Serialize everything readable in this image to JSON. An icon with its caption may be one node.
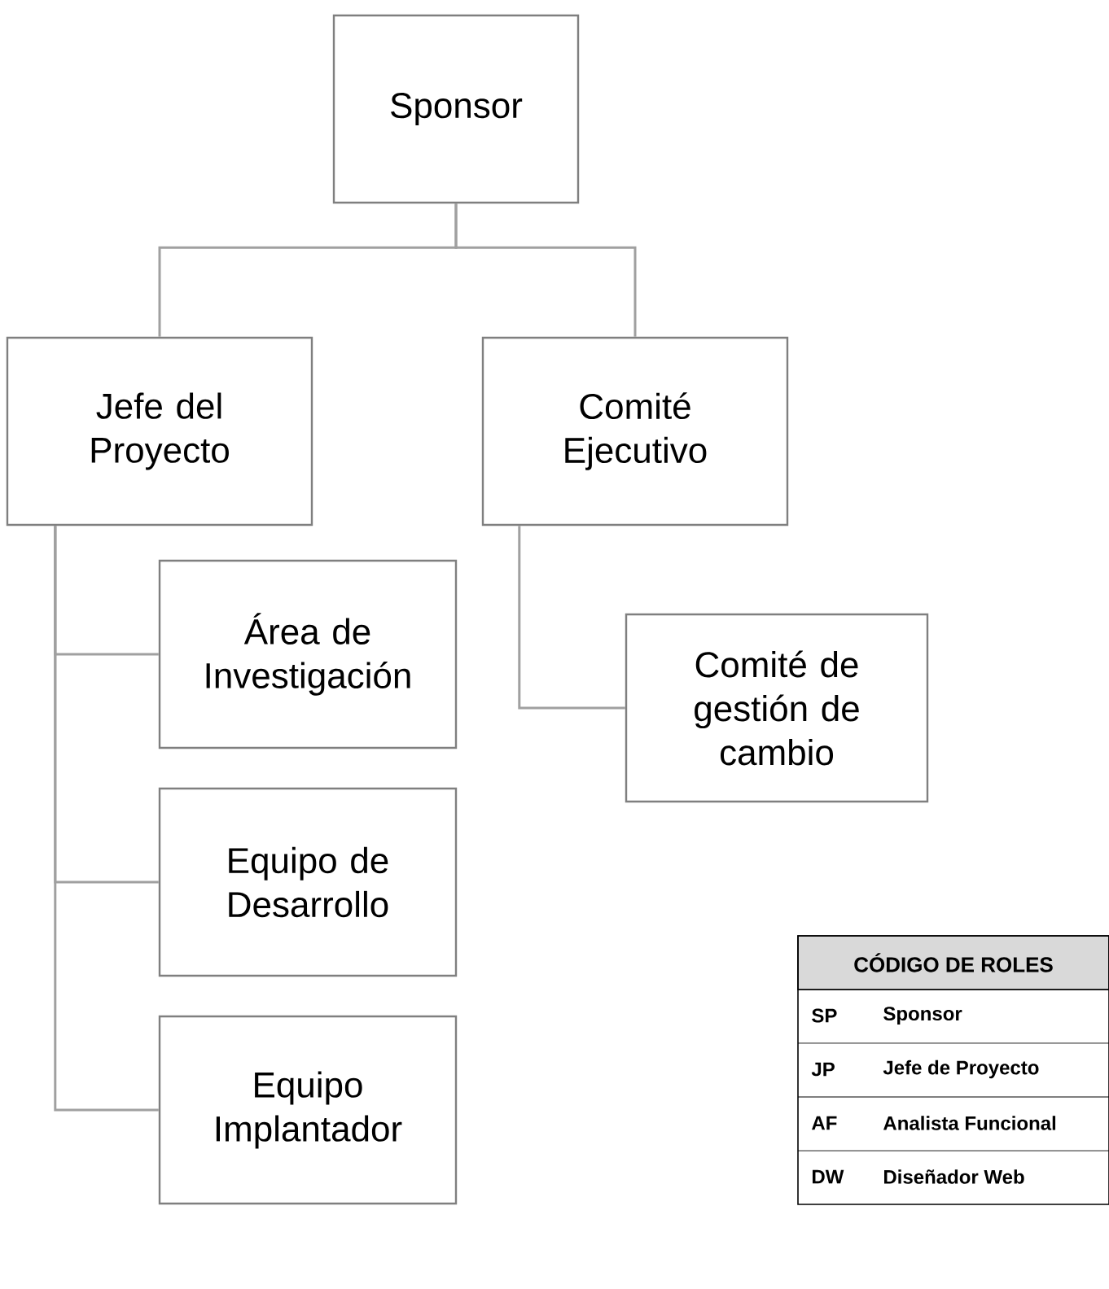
{
  "diagram": {
    "nodes": [
      {
        "text": [
          "Sponsor"
        ]
      },
      {
        "text": [
          "Jefe del Proyecto"
        ]
      },
      {
        "text": [
          "Comité Ejecutivo"
        ]
      },
      {
        "text": [
          "Área de Investigación"
        ]
      },
      {
        "text": [
          "Comité de gestión de cambio"
        ]
      },
      {
        "text": [
          "Equipo de Desarrollo"
        ]
      },
      {
        "text": [
          "Equipo Implantador"
        ]
      }
    ],
    "edges": [
      {
        "from": 0,
        "to": 1,
        "arrow": "none"
      },
      {
        "from": 0,
        "to": 2,
        "arrow": "none"
      },
      {
        "from": 1,
        "to": 3,
        "arrow": "none"
      },
      {
        "from": 1,
        "to": 5,
        "arrow": "none"
      },
      {
        "from": 1,
        "to": 6,
        "arrow": "none"
      },
      {
        "from": 2,
        "to": 4,
        "arrow": "none"
      }
    ],
    "labels": [
      "CÓDIGO DE ROLES",
      "SP",
      "Sponsor",
      "JP",
      "Jefe de Proyecto",
      "AF",
      "Analista Funcional",
      "DW",
      "Diseñador Web"
    ]
  }
}
